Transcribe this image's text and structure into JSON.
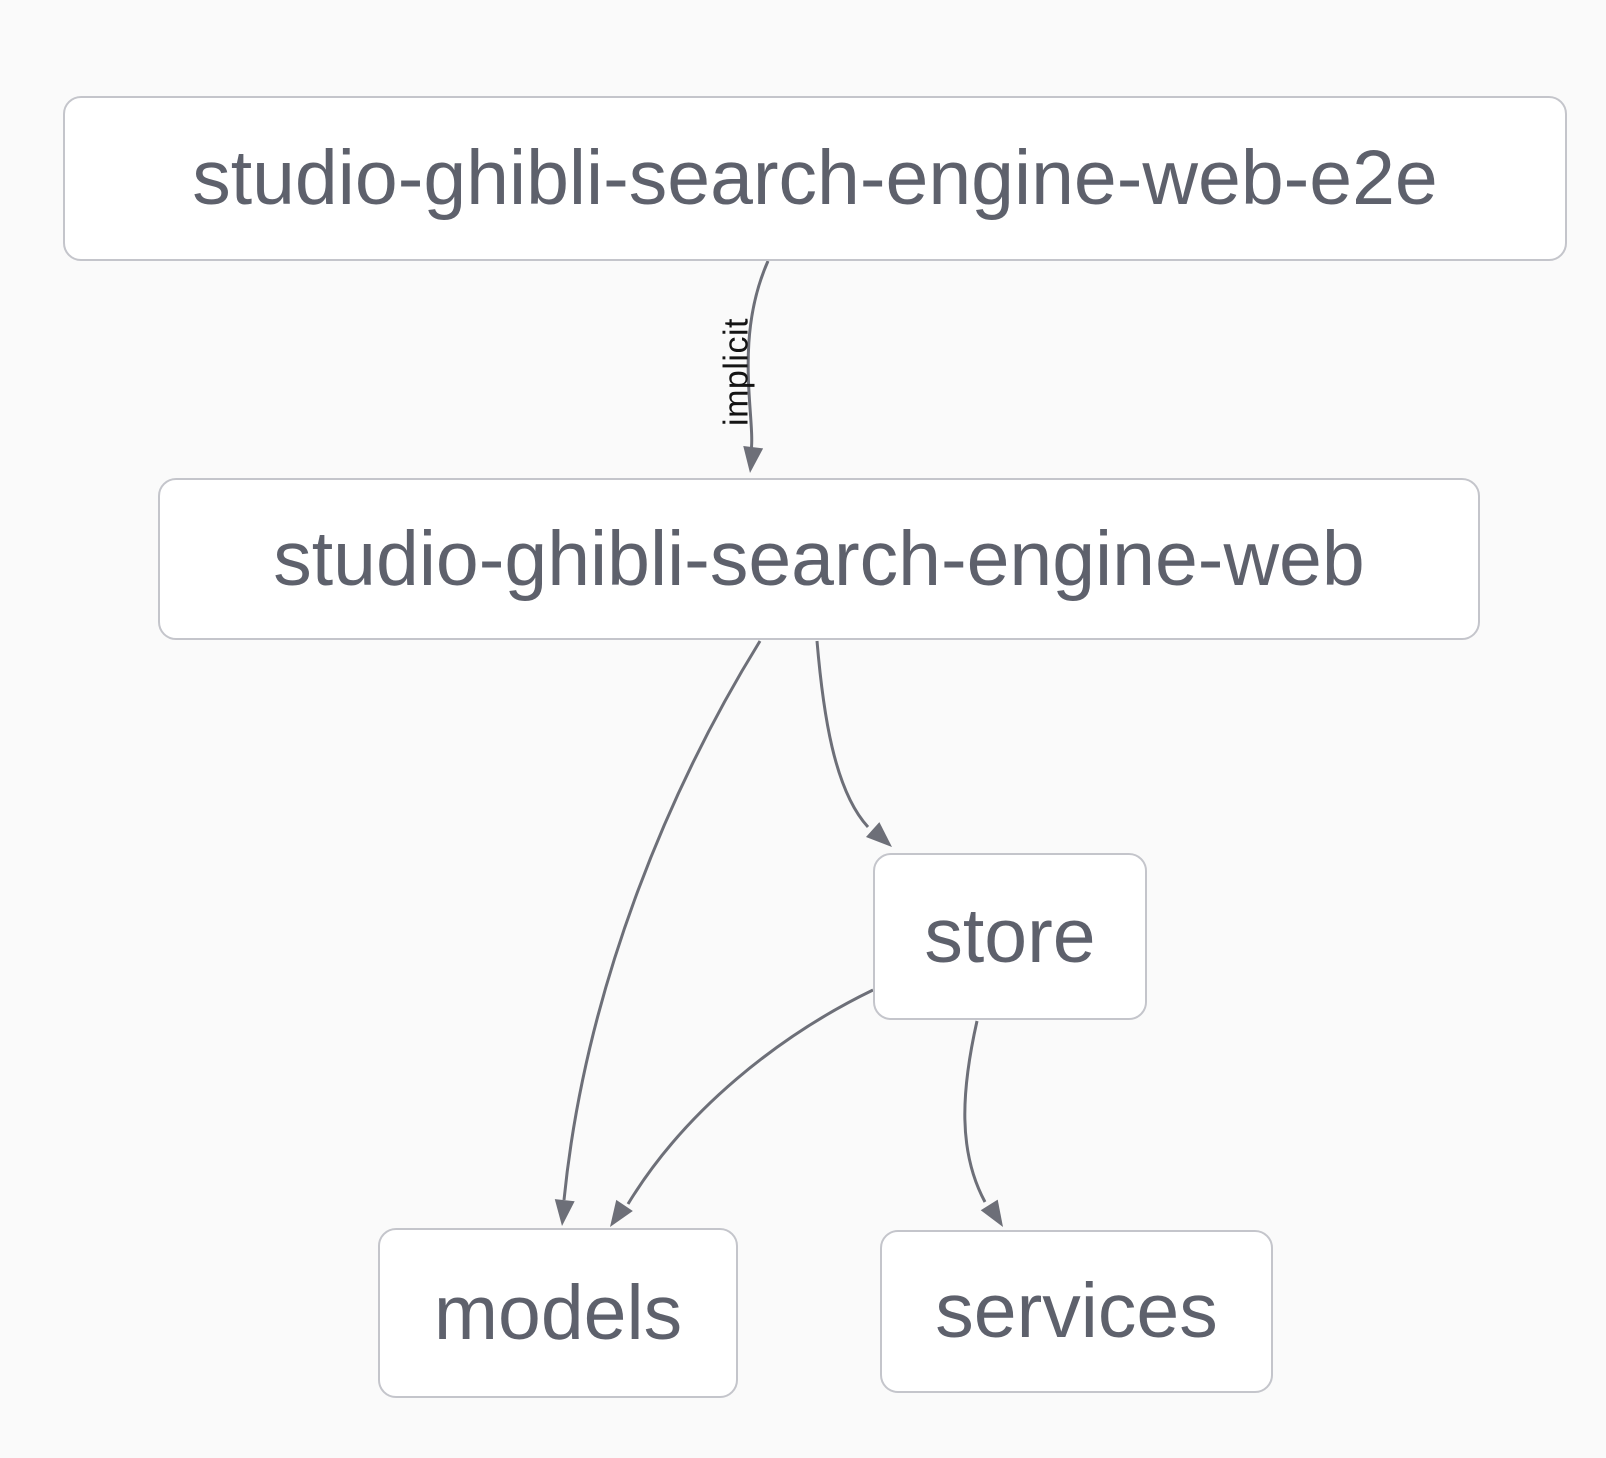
{
  "diagram": {
    "type": "dependency-graph",
    "nodes": [
      {
        "id": "e2e",
        "label": "studio-ghibli-search-engine-web-e2e"
      },
      {
        "id": "web",
        "label": "studio-ghibli-search-engine-web"
      },
      {
        "id": "store",
        "label": "store"
      },
      {
        "id": "models",
        "label": "models"
      },
      {
        "id": "services",
        "label": "services"
      }
    ],
    "edges": [
      {
        "from": "studio-ghibli-search-engine-web-e2e",
        "to": "studio-ghibli-search-engine-web",
        "label": "implicit"
      },
      {
        "from": "studio-ghibli-search-engine-web",
        "to": "models",
        "label": ""
      },
      {
        "from": "studio-ghibli-search-engine-web",
        "to": "store",
        "label": ""
      },
      {
        "from": "store",
        "to": "models",
        "label": ""
      },
      {
        "from": "store",
        "to": "services",
        "label": ""
      }
    ],
    "colors": {
      "background": "#fafafa",
      "node_fill": "#ffffff",
      "node_border": "#c4c5cb",
      "node_text": "#5e616c",
      "edge_stroke": "#6d6f78",
      "edge_label_text": "#141414"
    }
  }
}
